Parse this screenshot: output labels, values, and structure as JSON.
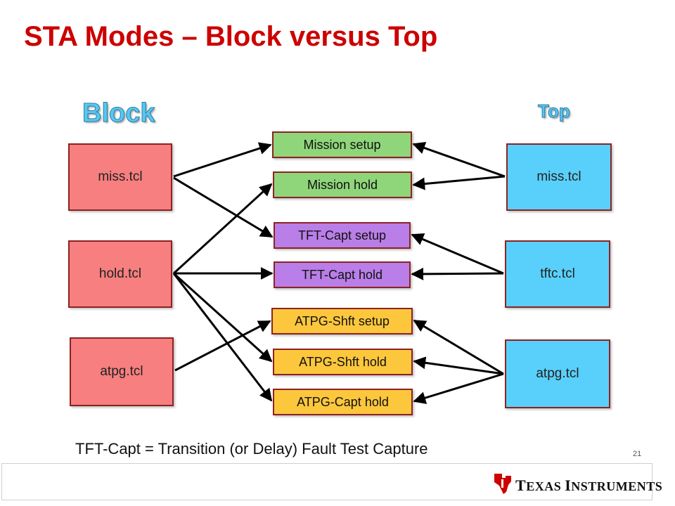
{
  "slide": {
    "title": "STA Modes – Block versus Top",
    "block_heading": "Block",
    "top_heading": "Top",
    "footnote": "TFT-Capt = Transition (or Delay) Fault Test Capture",
    "page_number": "21",
    "logo_text": "Texas Instruments"
  },
  "block_files": [
    {
      "label": "miss.tcl"
    },
    {
      "label": "hold.tcl"
    },
    {
      "label": "atpg.tcl"
    }
  ],
  "top_files": [
    {
      "label": "miss.tcl"
    },
    {
      "label": "tftc.tcl"
    },
    {
      "label": "atpg.tcl"
    }
  ],
  "modes": [
    {
      "label": "Mission setup"
    },
    {
      "label": "Mission hold"
    },
    {
      "label": "TFT-Capt setup"
    },
    {
      "label": "TFT-Capt hold"
    },
    {
      "label": "ATPG-Shft setup"
    },
    {
      "label": "ATPG-Shft hold"
    },
    {
      "label": "ATPG-Capt hold"
    }
  ],
  "colors": {
    "title": "#cc0000",
    "block_file": "#f77f7f",
    "top_file": "#59d0fb",
    "mission_mode": "#8fd67a",
    "tft_mode": "#b97ee8",
    "atpg_mode": "#fcc73c",
    "logo_red": "#cc0000"
  }
}
